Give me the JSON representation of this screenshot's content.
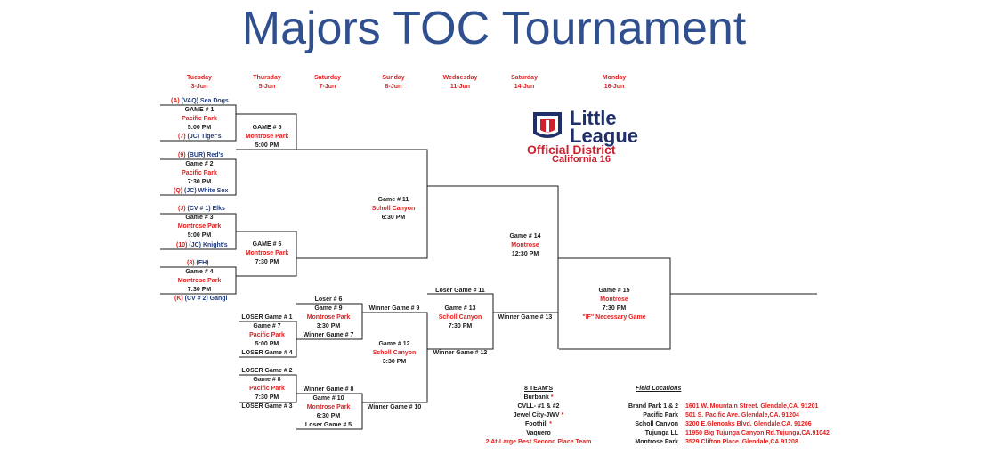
{
  "title": "Majors TOC Tournament",
  "days": [
    {
      "day": "Tuesday",
      "date": "3-Jun"
    },
    {
      "day": "Thursday",
      "date": "5-Jun"
    },
    {
      "day": "Saturday",
      "date": "7-Jun"
    },
    {
      "day": "Sunday",
      "date": "8-Jun"
    },
    {
      "day": "Wednesday",
      "date": "11-Jun"
    },
    {
      "day": "Saturday",
      "date": "14-Jun"
    },
    {
      "day": "Monday",
      "date": "16-Jun"
    }
  ],
  "teams": {
    "t1": {
      "seed": "(A)",
      "name": " (VAQ) Sea Dogs"
    },
    "t2": {
      "seed": "(7)",
      "name": " (JC) Tiger's"
    },
    "t3": {
      "seed": "(9)",
      "name": " (BUR) Red's"
    },
    "t4": {
      "seed": "(Q)",
      "name": " (JC) White Sox"
    },
    "t5": {
      "seed": "(J)",
      "name": " (CV # 1) Elks"
    },
    "t6": {
      "seed": "(10)",
      "name": " (JC) Knight's"
    },
    "t7": {
      "seed": "(8)",
      "name": " (FH)"
    },
    "t8": {
      "seed": "(K)",
      "name": " (CV # 2) Gangi"
    }
  },
  "games": {
    "g1": {
      "name": "GAME # 1",
      "field": "Pacific Park",
      "time": "5:00 PM"
    },
    "g2": {
      "name": "Game # 2",
      "field": "Pacific Park",
      "time": "7:30 PM"
    },
    "g3": {
      "name": "Game # 3",
      "field": "Montrose Park",
      "time": "5:00 PM"
    },
    "g4": {
      "name": "Game # 4",
      "field": "Montrose Park",
      "time": "7:30 PM"
    },
    "g5": {
      "name": "GAME # 5",
      "field": "Montrose Park",
      "time": "5:00 PM"
    },
    "g6": {
      "name": "GAME # 6",
      "field": "Montrose Park",
      "time": "7:30 PM"
    },
    "g7": {
      "name": "Game # 7",
      "field": "Pacific Park",
      "time": "5:00 PM"
    },
    "g8": {
      "name": "Game # 8",
      "field": "Pacific Park",
      "time": "7:30 PM"
    },
    "g9": {
      "name": "Game # 9",
      "field": "Montrose Park",
      "time": "3:30 PM"
    },
    "g10": {
      "name": "Game # 10",
      "field": "Montrose Park",
      "time": "6:30 PM"
    },
    "g11": {
      "name": "Game # 11",
      "field": "Scholl Canyon",
      "time": "6:30 PM"
    },
    "g12": {
      "name": "Game # 12",
      "field": "Scholl Canyon",
      "time": "3:30 PM"
    },
    "g13": {
      "name": "Game # 13",
      "field": "Scholl Canyon",
      "time": "7:30 PM"
    },
    "g14": {
      "name": "Game # 14",
      "field": "Montrose",
      "time": "12:30 PM"
    },
    "g15": {
      "name": "Game # 15",
      "field": "Montrose",
      "time": "7:30 PM",
      "note": "\"IF\" Necessary Game"
    }
  },
  "labels": {
    "loser1": "LOSER Game # 1",
    "loser4": "LOSER Game # 4",
    "loser2": "LOSER Game # 2",
    "loser3": "LOSER Game # 3",
    "loser6": "Loser # 6",
    "loser5": "Loser Game # 5",
    "winner7": "Winner Game # 7",
    "winner8": "Winner Game # 8",
    "winner9": "Winner Game # 9",
    "winner10": "Winner Game # 10",
    "loser11": "Loser Game # 11",
    "winner12": "Winner Game # 12",
    "winner13": "Winner Game # 13"
  },
  "logo": {
    "line1": "Little",
    "line2": "League",
    "line3": "Official District",
    "line4": "California 16"
  },
  "teams_list": {
    "heading": "8 TEAM'S",
    "items": [
      {
        "name": "Burbank",
        "mark": " *"
      },
      {
        "name": "CVLL- #1 & #2",
        "mark": ""
      },
      {
        "name": "Jewel City-JWV",
        "mark": " *"
      },
      {
        "name": "Foothill",
        "mark": " *"
      },
      {
        "name": "Vaquero",
        "mark": ""
      }
    ],
    "note": "2 At-Large Best Second Place Team"
  },
  "fields": {
    "heading": "Field Locations",
    "items": [
      {
        "name": "Brand Park 1 & 2",
        "address": "1601 W. Mountain Street. Glendale,CA. 91201"
      },
      {
        "name": "Pacific Park",
        "address": "501 S. Pacific Ave. Glendale,CA. 91204"
      },
      {
        "name": "Scholl Canyon",
        "address": "3200 E.Glenoaks Blvd. Glendale,CA. 91206"
      },
      {
        "name": "Tujunga LL",
        "address": "11950 Big Tujunga Canyon Rd.Tujunga,CA.91042"
      },
      {
        "name": "Montrose  Park",
        "address": "3529 Clifton Place. Glendale,CA.91208"
      }
    ]
  },
  "colors": {
    "title": "#2f4f8f",
    "accent": "#e02020",
    "team": "#1f3a7a"
  }
}
